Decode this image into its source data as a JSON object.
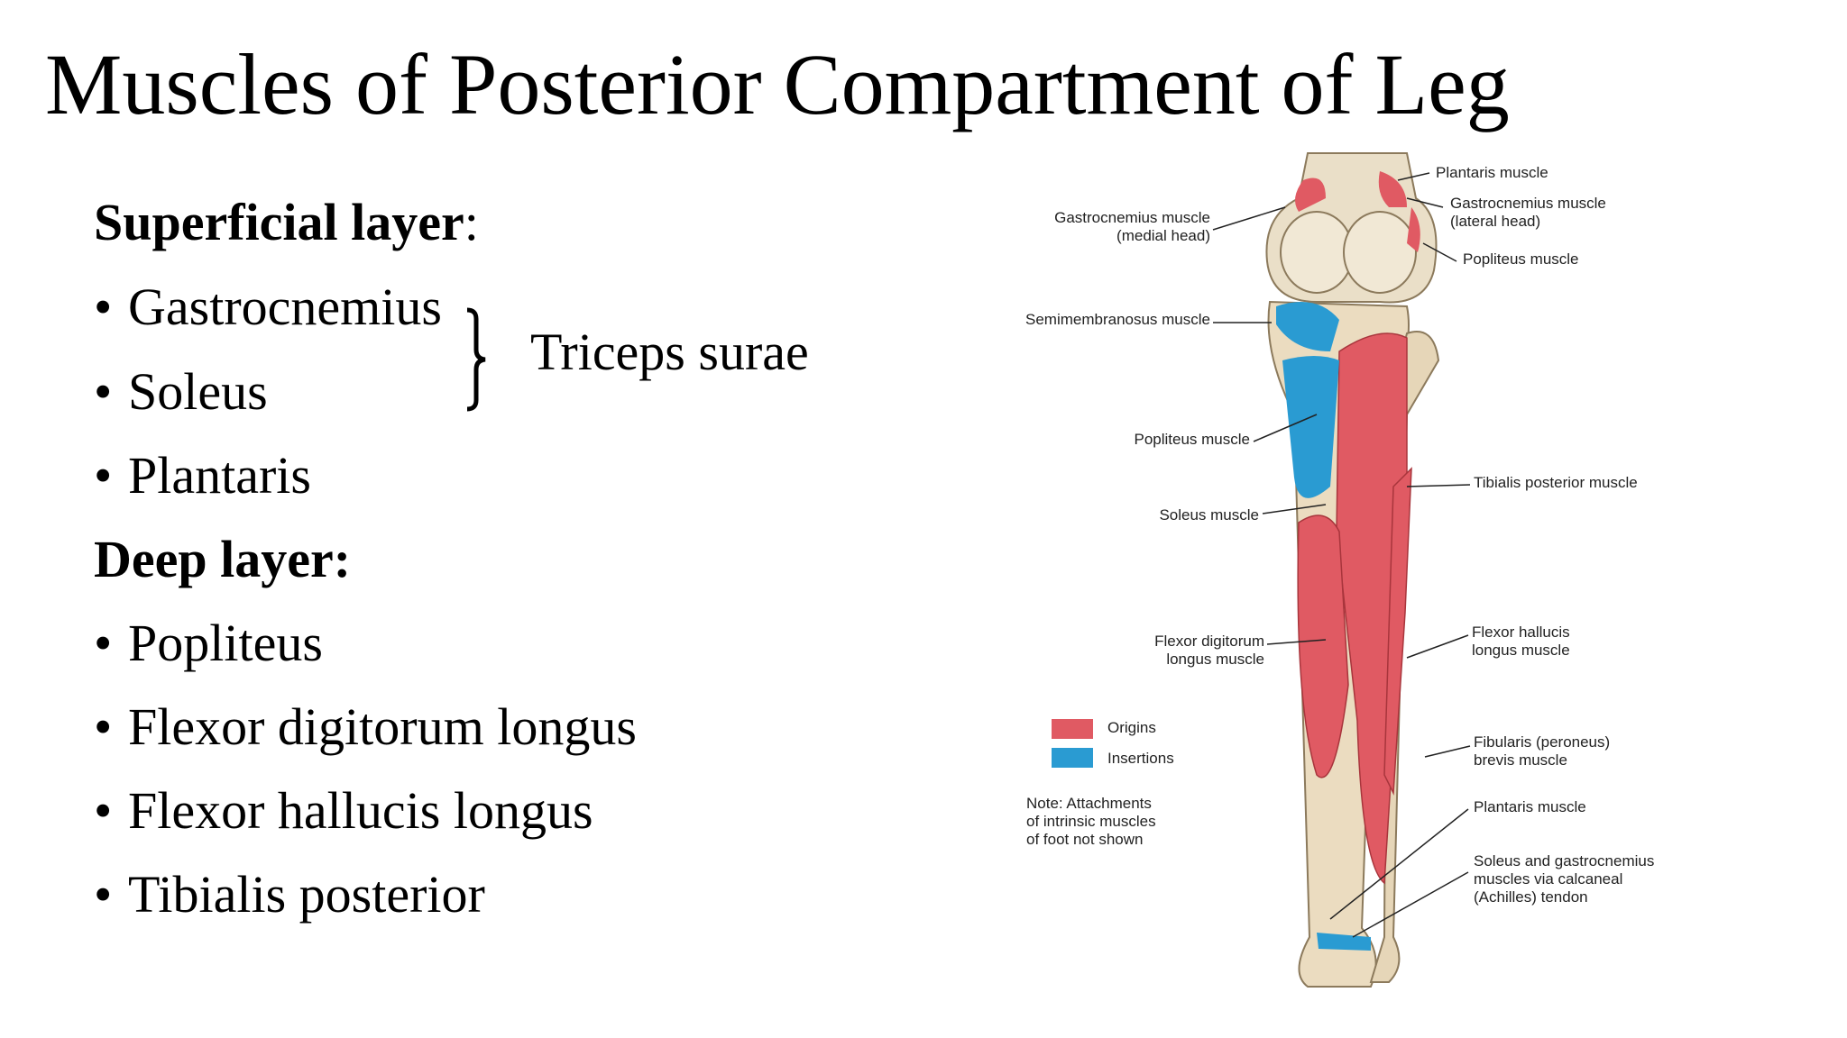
{
  "slide": {
    "title": "Muscles of Posterior Compartment of Leg",
    "superficial": {
      "heading": "Superficial layer",
      "colon": ":",
      "items": [
        "Gastrocnemius",
        "Soleus",
        "Plantaris"
      ],
      "group_label": "Triceps surae"
    },
    "deep": {
      "heading": "Deep layer:",
      "items": [
        "Popliteus",
        "Flexor digitorum longus",
        "Flexor hallucis longus",
        "Tibialis posterior"
      ]
    },
    "bullet": "•"
  },
  "figure": {
    "labels_left": [
      "Gastrocnemius muscle\n(medial head)",
      "Semimembranosus muscle",
      "Popliteus muscle",
      "Soleus muscle",
      "Flexor digitorum\nlongus muscle"
    ],
    "labels_right": [
      "Plantaris muscle",
      "Gastrocnemius muscle\n(lateral head)",
      "Popliteus muscle",
      "Tibialis posterior muscle",
      "Flexor hallucis\nlongus muscle",
      "Fibularis (peroneus)\nbrevis muscle",
      "Plantaris muscle",
      "Soleus and gastrocnemius\nmuscles via calcaneal\n(Achilles) tendon"
    ],
    "legend": [
      {
        "label": "Origins",
        "color": "#e05a63"
      },
      {
        "label": "Insertions",
        "color": "#2a9bd2"
      }
    ],
    "note": "Note: Attachments\nof intrinsic muscles\nof foot not shown"
  }
}
